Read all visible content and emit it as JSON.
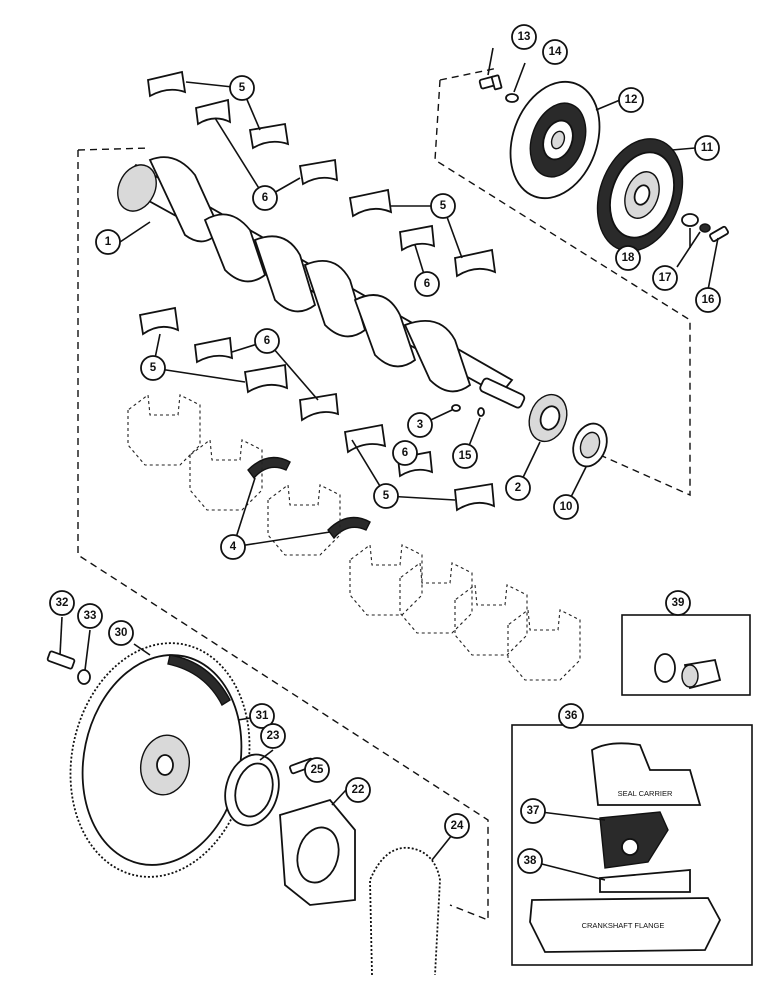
{
  "callouts": [
    {
      "id": "c13",
      "label": "13"
    },
    {
      "id": "c14",
      "label": "14"
    },
    {
      "id": "c12",
      "label": "12"
    },
    {
      "id": "c11",
      "label": "11"
    },
    {
      "id": "c18",
      "label": "18"
    },
    {
      "id": "c17",
      "label": "17"
    },
    {
      "id": "c16",
      "label": "16"
    },
    {
      "id": "c5a",
      "label": "5"
    },
    {
      "id": "c6a",
      "label": "6"
    },
    {
      "id": "c1",
      "label": "1"
    },
    {
      "id": "c5b",
      "label": "5"
    },
    {
      "id": "c6b",
      "label": "6"
    },
    {
      "id": "c5c",
      "label": "5"
    },
    {
      "id": "c6c",
      "label": "6"
    },
    {
      "id": "c3",
      "label": "3"
    },
    {
      "id": "c15",
      "label": "15"
    },
    {
      "id": "c6d",
      "label": "6"
    },
    {
      "id": "c2",
      "label": "2"
    },
    {
      "id": "c10",
      "label": "10"
    },
    {
      "id": "c5d",
      "label": "5"
    },
    {
      "id": "c4",
      "label": "4"
    },
    {
      "id": "c32",
      "label": "32"
    },
    {
      "id": "c33",
      "label": "33"
    },
    {
      "id": "c30",
      "label": "30"
    },
    {
      "id": "c31",
      "label": "31"
    },
    {
      "id": "c23",
      "label": "23"
    },
    {
      "id": "c25",
      "label": "25"
    },
    {
      "id": "c22",
      "label": "22"
    },
    {
      "id": "c24",
      "label": "24"
    },
    {
      "id": "c39",
      "label": "39"
    },
    {
      "id": "c36",
      "label": "36"
    },
    {
      "id": "c37",
      "label": "37"
    },
    {
      "id": "c38",
      "label": "38"
    }
  ],
  "labels": {
    "seal_carrier": "SEAL CARRIER",
    "crankshaft_flange": "CRANKSHAFT FLANGE"
  }
}
